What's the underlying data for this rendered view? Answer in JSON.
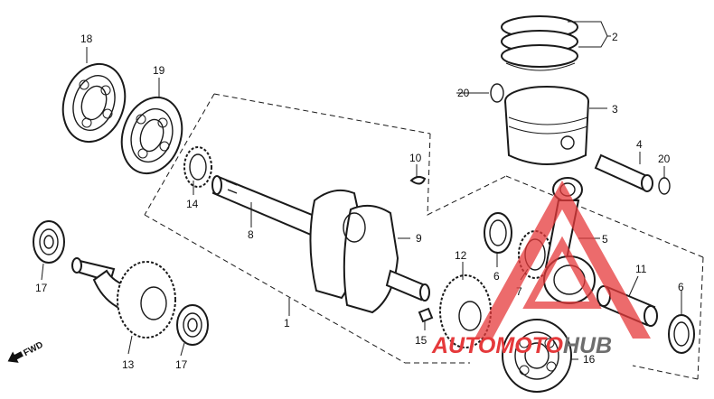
{
  "diagram": {
    "fwd_label": "FWD",
    "callouts": [
      "1",
      "2",
      "3",
      "4",
      "5",
      "6",
      "6",
      "7",
      "8",
      "9",
      "10",
      "11",
      "12",
      "13",
      "14",
      "15",
      "16",
      "17",
      "17",
      "18",
      "19",
      "20",
      "20"
    ]
  },
  "watermark": {
    "text_auto": "AUTO",
    "text_moto": "MOTO",
    "text_hub": "HUB",
    "color_red": "#e5393b",
    "color_gray": "#6e6e6e"
  }
}
